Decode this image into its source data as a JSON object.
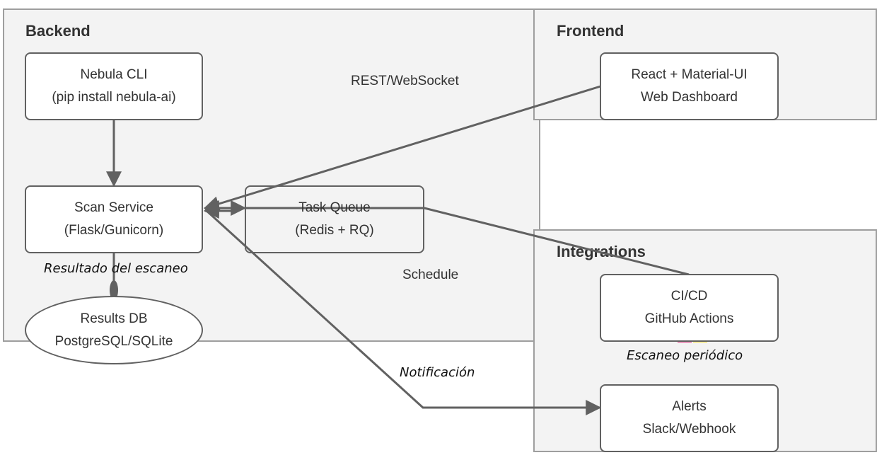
{
  "clusters": {
    "backend": "Backend",
    "frontend": "Frontend",
    "integrations": "Integrations"
  },
  "nodes": {
    "cli": {
      "line1": "Nebula CLI",
      "line2": "(pip install nebula-ai)"
    },
    "scan": {
      "line1": "Scan Service",
      "line2": "(Flask/Gunicorn)"
    },
    "queue": {
      "line1": "Task Queue",
      "line2": "(Redis + RQ)"
    },
    "db": {
      "line1": "Results DB",
      "line2": "PostgreSQL/SQLite"
    },
    "web": {
      "line1": "React + Material-UI",
      "line2": "Web Dashboard"
    },
    "ci": {
      "line1": "CI/CD",
      "line2": "GitHub Actions"
    },
    "alerts": {
      "line1": "Alerts",
      "line2": "Slack/Webhook"
    }
  },
  "edge_labels": {
    "rest": "REST/WebSocket",
    "schedule": "Schedule",
    "result": "Resultado del escaneo",
    "periodic": "Escaneo periódico",
    "notify": "Notificación"
  },
  "colors": {
    "cluster_fill": "#f3f3f3",
    "cluster_border": "#9e9e9e",
    "edge": "#616161"
  }
}
